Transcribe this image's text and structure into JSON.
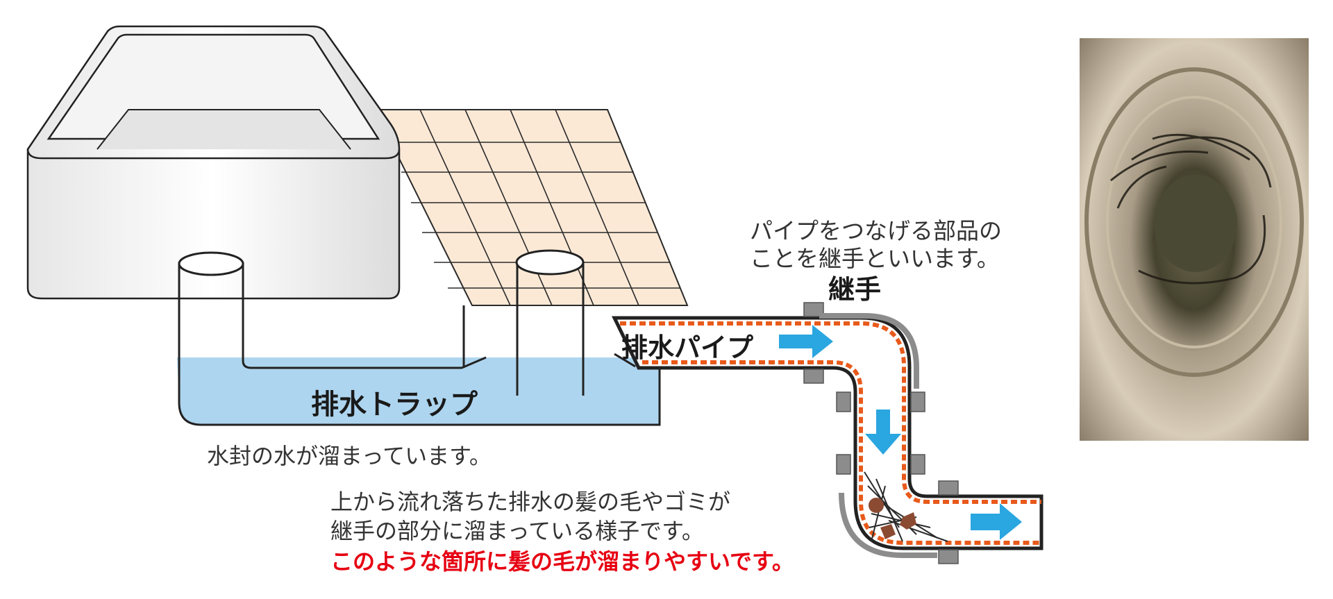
{
  "labels": {
    "joint_note_line1": "パイプをつなげる部品の",
    "joint_note_line2": "ことを継手といいます。",
    "joint": "継手",
    "drain_pipe": "排水パイプ",
    "drain_trap": "排水トラップ",
    "water_seal": "水封の水が溜まっています。",
    "caption_line1": "上から流れ落ちた排水の髪の毛やゴミが",
    "caption_line2": "継手の部分に溜まっている様子です。",
    "caption_emphasis": "このような箇所に髪の毛が溜まりやすいです。"
  },
  "colors": {
    "water": "#aed5ef",
    "arrow": "#2aa6e0",
    "pipe_stripe": "#e85a1b",
    "joint_gray": "#8c8c8c",
    "tile": "#fbe9d6",
    "emphasis_text": "#e60012"
  },
  "icons": [
    "flow-arrow-icon",
    "hair-clog-icon"
  ]
}
